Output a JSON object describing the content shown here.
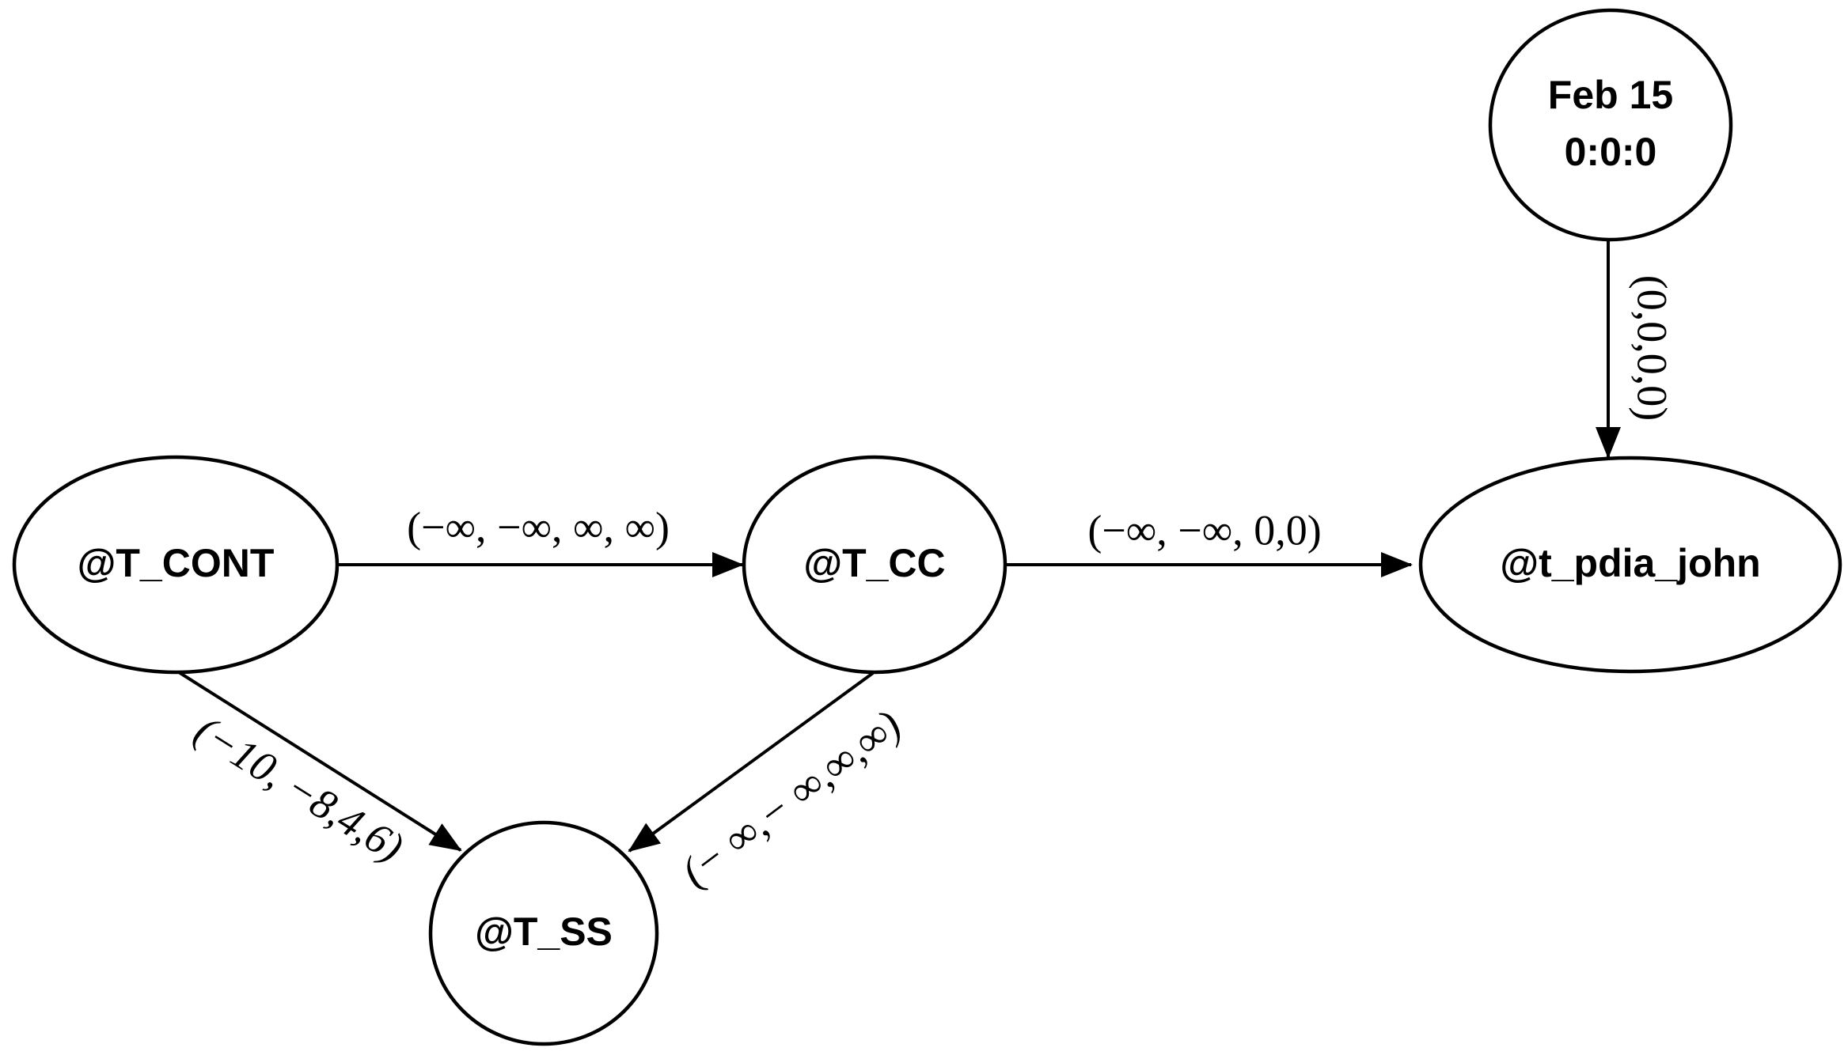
{
  "colors": {
    "stroke": "#000000",
    "background": "#ffffff"
  },
  "nodes": {
    "t_cont": {
      "label": "@T_CONT"
    },
    "t_cc": {
      "label": "@T_CC"
    },
    "t_ss": {
      "label": "@T_SS"
    },
    "t_pdia_john": {
      "label": "@t_pdia_john"
    },
    "feb15": {
      "line1": "Feb 15",
      "line2": "0:0:0"
    }
  },
  "edges": {
    "cont_to_cc": {
      "label": "(−∞, −∞, ∞, ∞)"
    },
    "cc_to_pdia": {
      "label": "(−∞, −∞, 0,0)"
    },
    "feb_to_pdia": {
      "label": "(0,0,0,0)"
    },
    "cont_to_ss": {
      "label": "(−10, −8,4,6)"
    },
    "cc_to_ss": {
      "label": "(− ∞,− ∞,∞,∞)"
    }
  }
}
